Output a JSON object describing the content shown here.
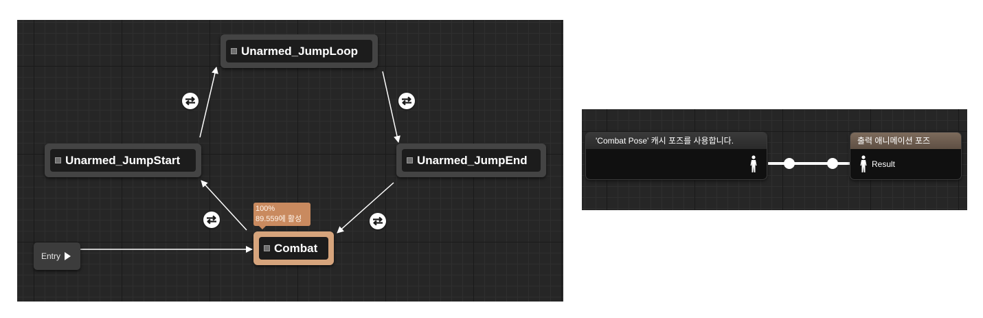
{
  "state_machine": {
    "states": {
      "jump_loop": "Unarmed_JumpLoop",
      "jump_start": "Unarmed_JumpStart",
      "jump_end": "Unarmed_JumpEnd",
      "combat": "Combat"
    },
    "entry_label": "Entry",
    "active_tooltip": {
      "line1": "100%",
      "line2": "89.559에 활성"
    },
    "colors": {
      "active_state": "#d6a47c",
      "state": "#444444",
      "background": "#262626"
    }
  },
  "anim_graph": {
    "cache_node_title": "'Combat Pose' 캐시 포즈를 사용합니다.",
    "output_node_title": "출력 애니메이션 포즈",
    "output_pin_label": "Result",
    "icons": {
      "pose_pin": "person-pose-icon",
      "transition_rule": "bidirectional-arrows-icon"
    }
  }
}
